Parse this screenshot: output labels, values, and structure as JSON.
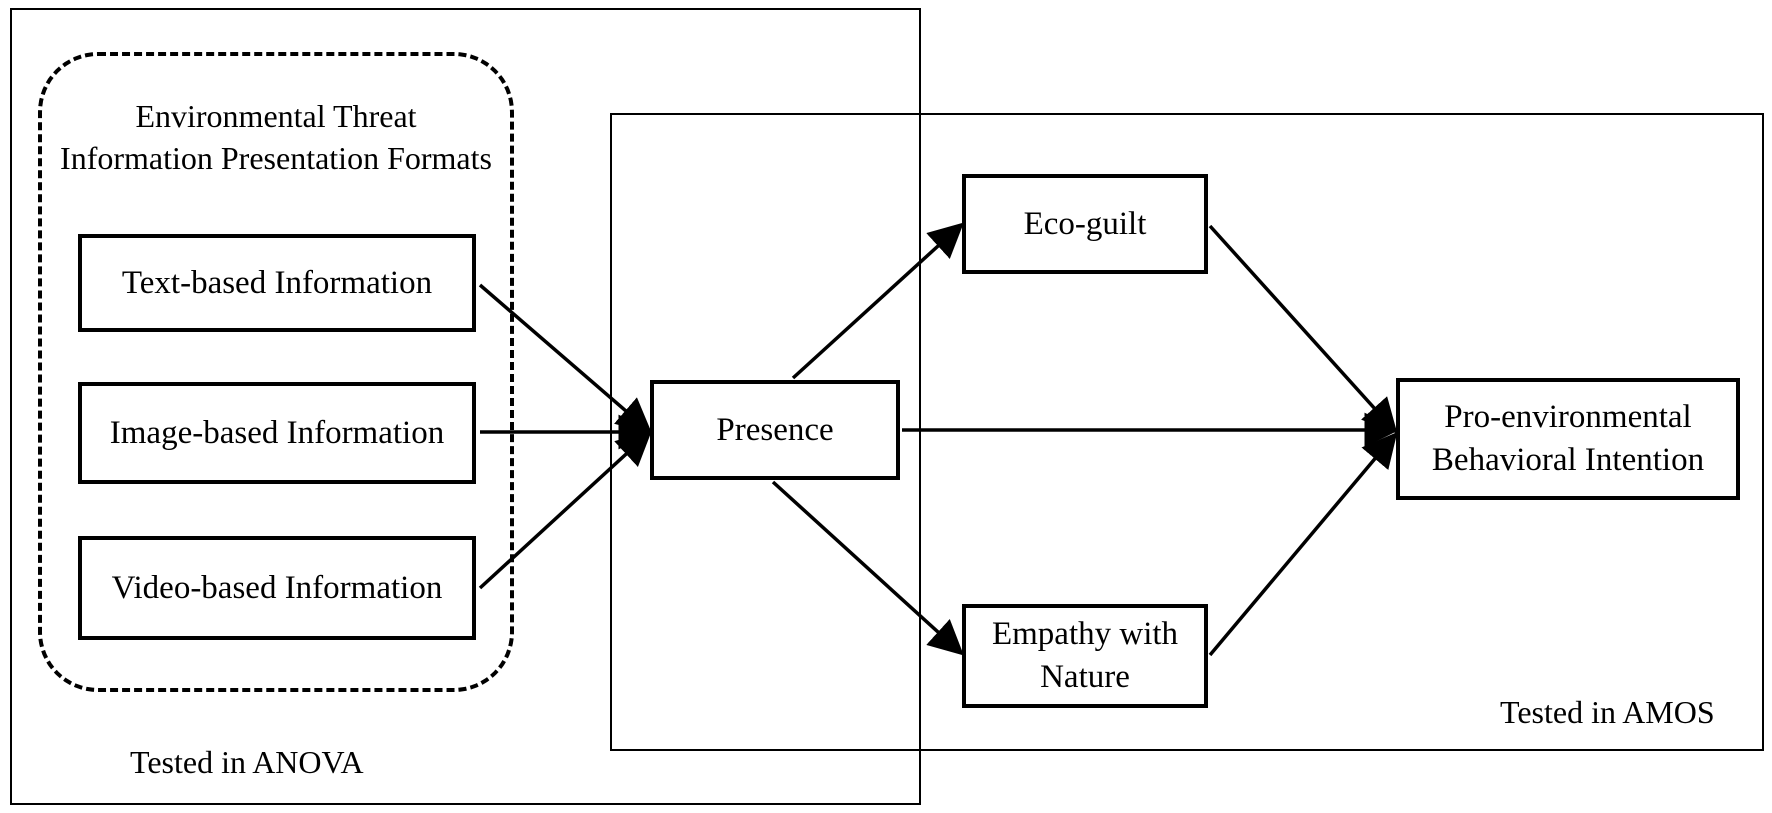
{
  "diagram": {
    "frames": {
      "anova_label": "Tested in ANOVA",
      "amos_label": "Tested in AMOS"
    },
    "formats_group": {
      "title": "Environmental Threat\nInformation Presentation Formats"
    },
    "nodes": {
      "text_based": "Text-based Information",
      "image_based": "Image-based Information",
      "video_based": "Video-based Information",
      "presence": "Presence",
      "eco_guilt": "Eco-guilt",
      "empathy": "Empathy with\nNature",
      "intention": "Pro-environmental\nBehavioral Intention"
    },
    "edges": [
      {
        "from": "text_based",
        "to": "presence"
      },
      {
        "from": "image_based",
        "to": "presence"
      },
      {
        "from": "video_based",
        "to": "presence"
      },
      {
        "from": "presence",
        "to": "eco_guilt"
      },
      {
        "from": "presence",
        "to": "empathy"
      },
      {
        "from": "presence",
        "to": "intention"
      },
      {
        "from": "eco_guilt",
        "to": "intention"
      },
      {
        "from": "empathy",
        "to": "intention"
      }
    ]
  }
}
